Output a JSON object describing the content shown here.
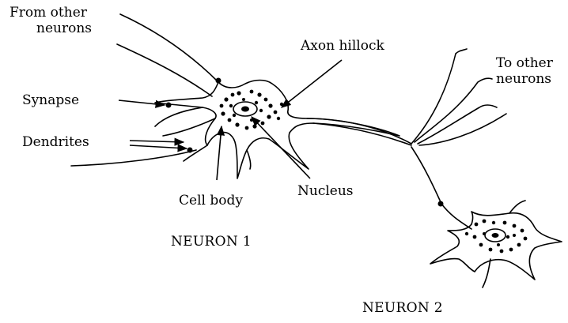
{
  "labels": {
    "from_other_neurons_line1": "From other",
    "from_other_neurons_line2": "neurons",
    "axon_hillock": "Axon hillock",
    "to_other_neurons_line1": "To other",
    "to_other_neurons_line2": "neurons",
    "synapse": "Synapse",
    "dendrites": "Dendrites",
    "cell_body": "Cell body",
    "nucleus": "Nucleus",
    "neuron1": "NEURON 1",
    "neuron2": "NEURON 2"
  },
  "colors": {
    "ink": "#000000",
    "background": "#ffffff"
  }
}
